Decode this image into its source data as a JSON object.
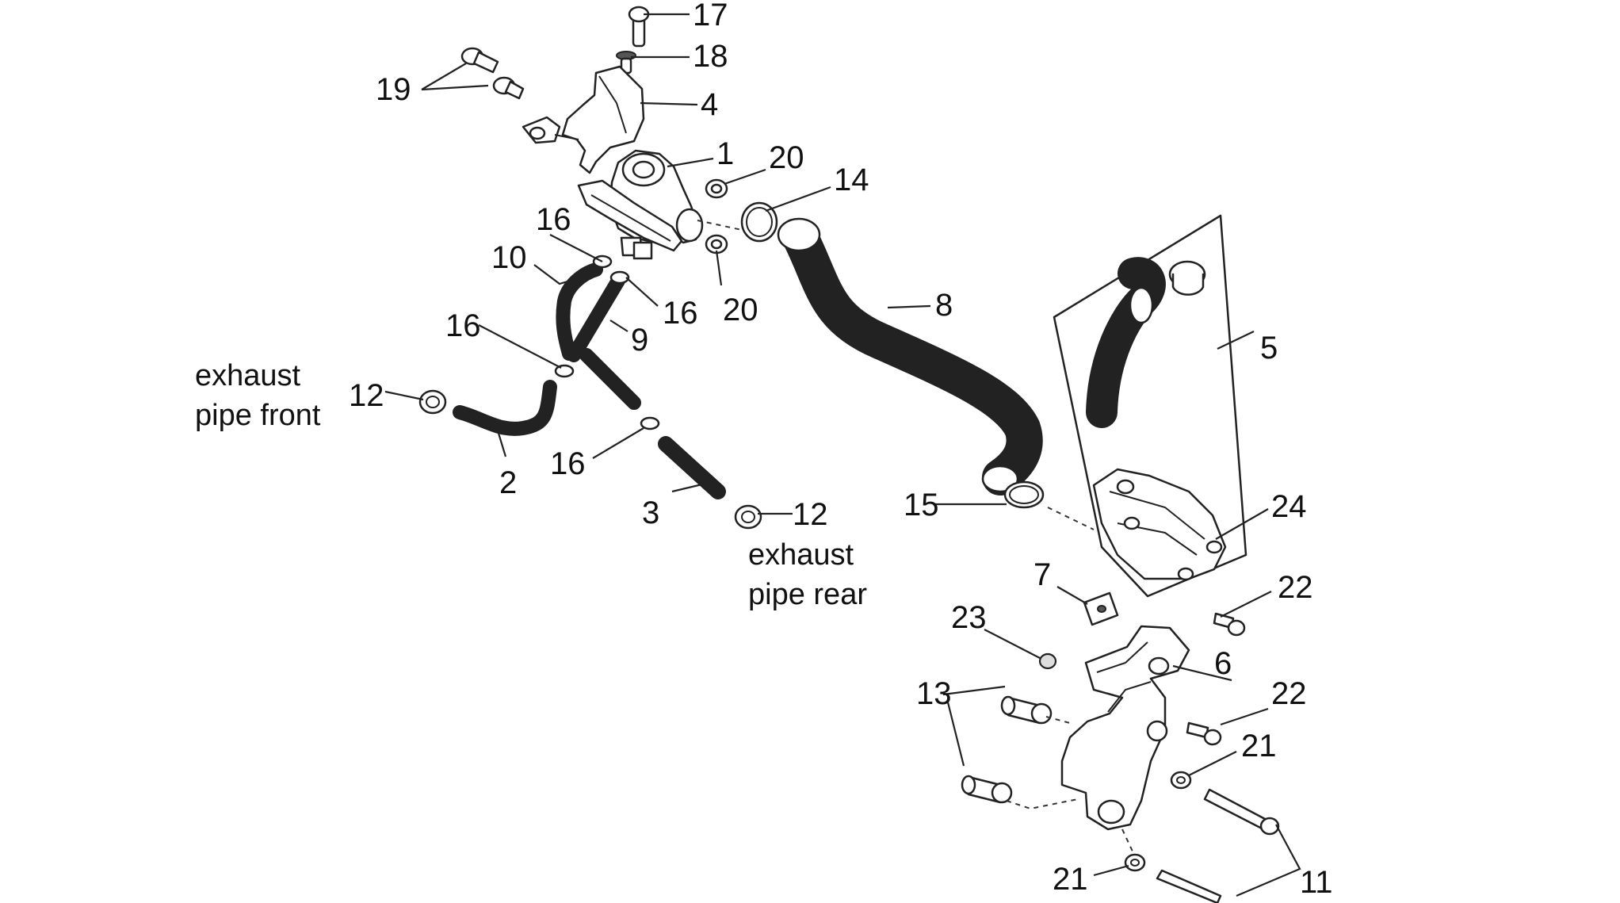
{
  "callouts": {
    "c1": "1",
    "c2": "2",
    "c3": "3",
    "c4": "4",
    "c5": "5",
    "c6": "6",
    "c7": "7",
    "c8": "8",
    "c9": "9",
    "c10": "10",
    "c11": "11",
    "c12a": "12",
    "c12b": "12",
    "c13": "13",
    "c14": "14",
    "c15": "15",
    "c16a": "16",
    "c16b": "16",
    "c16c": "16",
    "c16d": "16",
    "c17": "17",
    "c18": "18",
    "c19": "19",
    "c20a": "20",
    "c20b": "20",
    "c21a": "21",
    "c21b": "21",
    "c22a": "22",
    "c22b": "22",
    "c23": "23",
    "c24": "24"
  },
  "captions": {
    "front_line1": "exhaust",
    "front_line2": "pipe front",
    "rear_line1": "exhaust",
    "rear_line2": "pipe rear"
  }
}
